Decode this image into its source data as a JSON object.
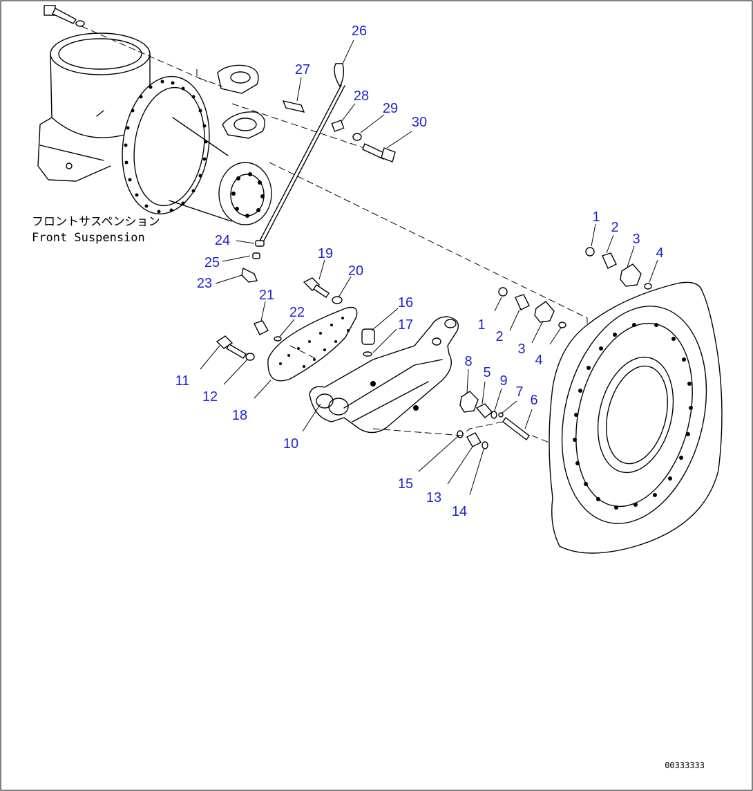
{
  "diagram": {
    "caption_jp": "フロントサスペンション",
    "caption_en": "Front Suspension",
    "drawing_number": "00333333",
    "colors": {
      "callout": "#1f1fd6",
      "line": "#000000",
      "background": "#ffffff"
    },
    "callouts": [
      {
        "id": "c26",
        "label": "26"
      },
      {
        "id": "c27",
        "label": "27"
      },
      {
        "id": "c28",
        "label": "28"
      },
      {
        "id": "c29",
        "label": "29"
      },
      {
        "id": "c30",
        "label": "30"
      },
      {
        "id": "c24",
        "label": "24"
      },
      {
        "id": "c25",
        "label": "25"
      },
      {
        "id": "c23",
        "label": "23"
      },
      {
        "id": "c19",
        "label": "19"
      },
      {
        "id": "c20",
        "label": "20"
      },
      {
        "id": "c21",
        "label": "21"
      },
      {
        "id": "c22",
        "label": "22"
      },
      {
        "id": "c16",
        "label": "16"
      },
      {
        "id": "c17",
        "label": "17"
      },
      {
        "id": "c11",
        "label": "11"
      },
      {
        "id": "c12",
        "label": "12"
      },
      {
        "id": "c18",
        "label": "18"
      },
      {
        "id": "c10",
        "label": "10"
      },
      {
        "id": "c1a",
        "label": "1"
      },
      {
        "id": "c2a",
        "label": "2"
      },
      {
        "id": "c3a",
        "label": "3"
      },
      {
        "id": "c4a",
        "label": "4"
      },
      {
        "id": "c1b",
        "label": "1"
      },
      {
        "id": "c2b",
        "label": "2"
      },
      {
        "id": "c3b",
        "label": "3"
      },
      {
        "id": "c4b",
        "label": "4"
      },
      {
        "id": "c8",
        "label": "8"
      },
      {
        "id": "c5",
        "label": "5"
      },
      {
        "id": "c9",
        "label": "9"
      },
      {
        "id": "c7",
        "label": "7"
      },
      {
        "id": "c6",
        "label": "6"
      },
      {
        "id": "c15",
        "label": "15"
      },
      {
        "id": "c13",
        "label": "13"
      },
      {
        "id": "c14",
        "label": "14"
      }
    ]
  }
}
